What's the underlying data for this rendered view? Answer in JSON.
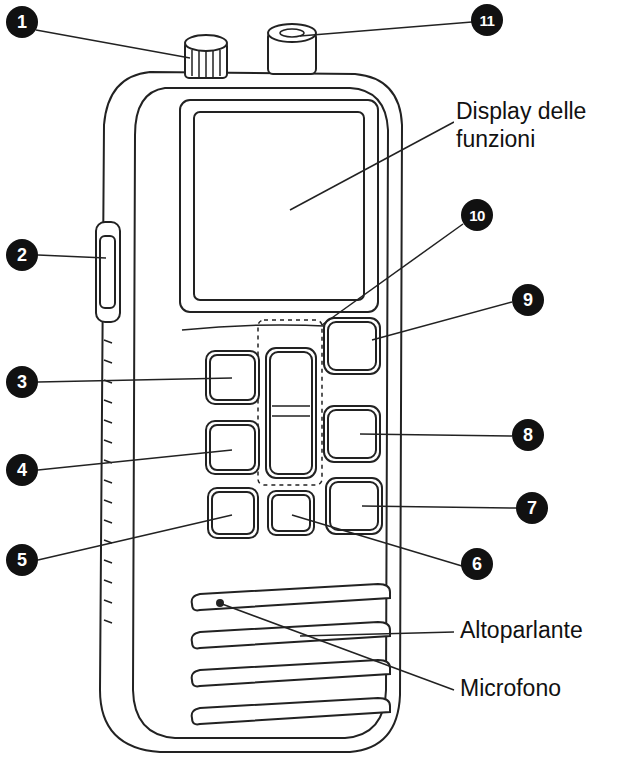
{
  "diagram": {
    "labels": [
      "1",
      "11",
      "Display delle funzioni",
      "10",
      "9",
      "2",
      "3",
      "8",
      "4",
      "7",
      "5",
      "6",
      "Altoparlante",
      "Microfono"
    ]
  }
}
